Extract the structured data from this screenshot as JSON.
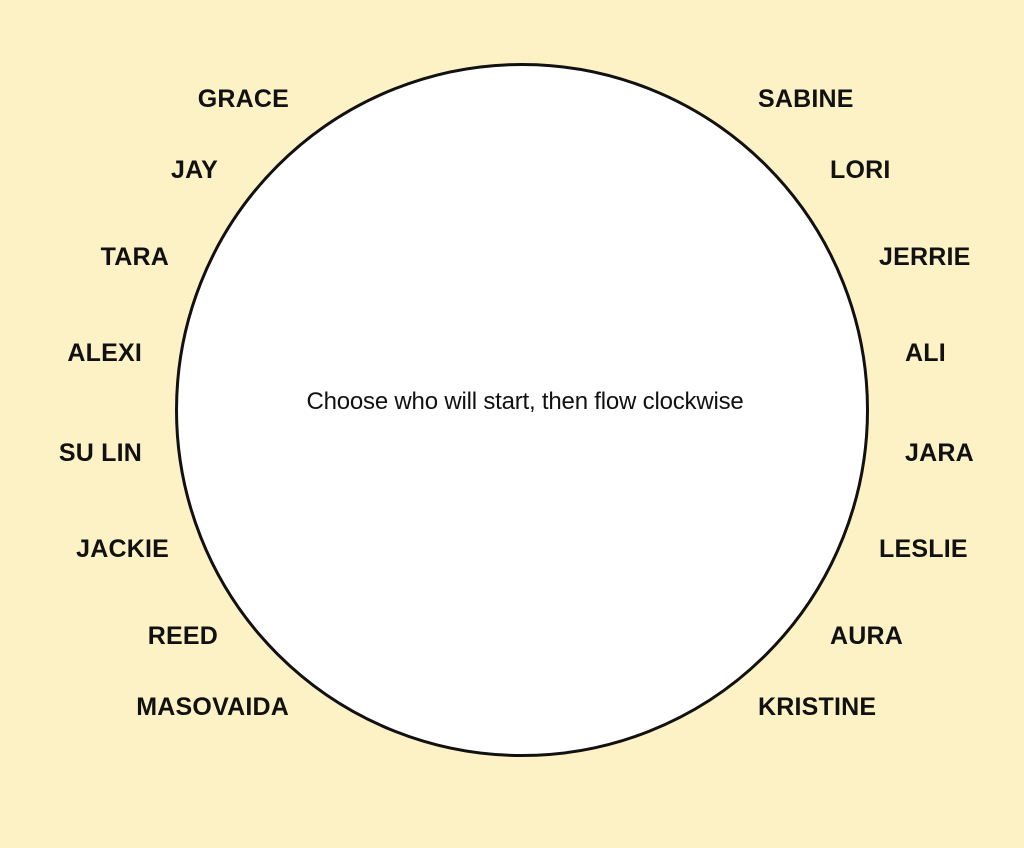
{
  "colors": {
    "background": "#fdf2c6",
    "circle_fill": "#ffffff",
    "text": "#111111"
  },
  "center_instruction": "Choose who will start, then flow clockwise",
  "names": {
    "left": [
      "GRACE",
      "JAY",
      "TARA",
      "ALEXI",
      "SU LIN",
      "JACKIE",
      "REED",
      "MASOVAIDA"
    ],
    "right": [
      "SABINE",
      "LORI",
      "JERRIE",
      "ALI",
      "JARA",
      "LESLIE",
      "AURA",
      "KRISTINE"
    ]
  }
}
